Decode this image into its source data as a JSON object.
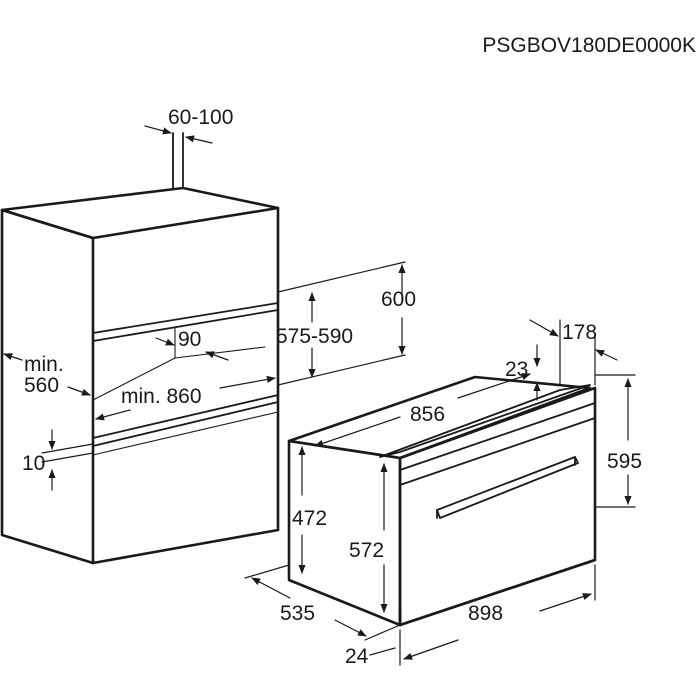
{
  "model_code": "PSGBOV180DE0000K",
  "cabinet": {
    "dim_vent": "60-100",
    "dim_height_outer": "600",
    "dim_height_inner": "575-590",
    "dim_depth_min_a": "min.",
    "dim_depth_min_b": "560",
    "dim_inner_depth": "90",
    "dim_width_min": "min. 860",
    "dim_gap": "10"
  },
  "appliance": {
    "dim_top_depth": "178",
    "dim_step": "23",
    "dim_width_top": "856",
    "dim_height_total": "595",
    "dim_body_height": "472",
    "dim_height_572": "572",
    "dim_depth": "535",
    "dim_front": "24",
    "dim_width": "898"
  }
}
